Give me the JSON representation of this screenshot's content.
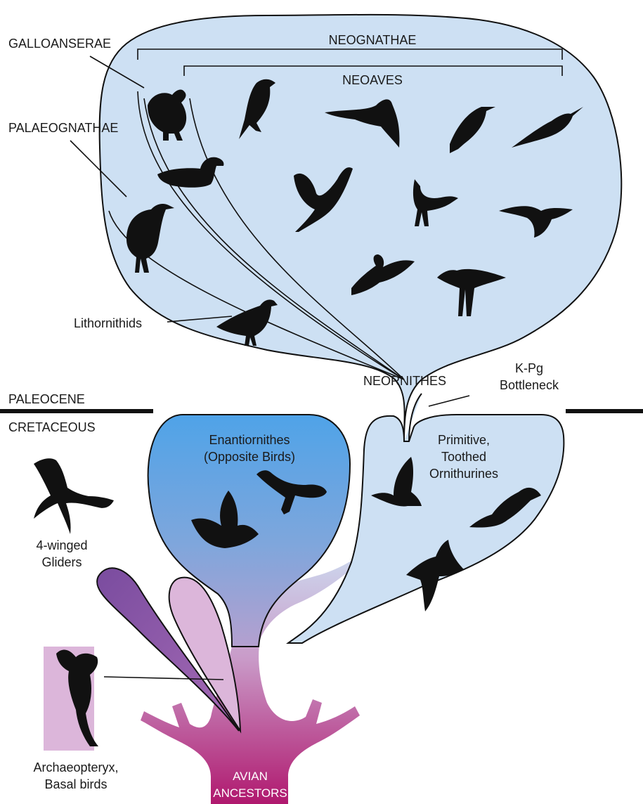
{
  "labels": {
    "neognathae": "NEOGNATHAE",
    "neoaves": "NEOAVES",
    "galloanserae": "GALLOANSERAE",
    "palaeognathae": "PALAEOGNATHAE",
    "lithornithids": "Lithornithids",
    "neornithes": "NEORNITHES",
    "kpg_line1": "K-Pg",
    "kpg_line2": "Bottleneck",
    "paleocene": "PALEOCENE",
    "cretaceous": "CRETACEOUS",
    "enantiornithes_line1": "Enantiornithes",
    "enantiornithes_line2": "(Opposite Birds)",
    "ornithurines_line1": "Primitive,",
    "ornithurines_line2": "Toothed",
    "ornithurines_line3": "Ornithurines",
    "gliders_line1": "4-winged",
    "gliders_line2": "Gliders",
    "archaeopteryx_line1": "Archaeopteryx,",
    "archaeopteryx_line2": "Basal birds",
    "ancestors_line1": "AVIAN",
    "ancestors_line2": "ANCESTORS"
  },
  "colors": {
    "neornithes_fill": "#cde0f3",
    "enantiornithes_top": "#5aa7e6",
    "enantiornithes_bottom": "#9aa6d4",
    "stem_bottom": "#b0186e",
    "stem_mid": "#c985b9",
    "glider_purple": "#8a5aa8",
    "basal_pink": "#dcb6da",
    "archaeopteryx_bg": "#dcb6da",
    "silhouette": "#111111"
  }
}
